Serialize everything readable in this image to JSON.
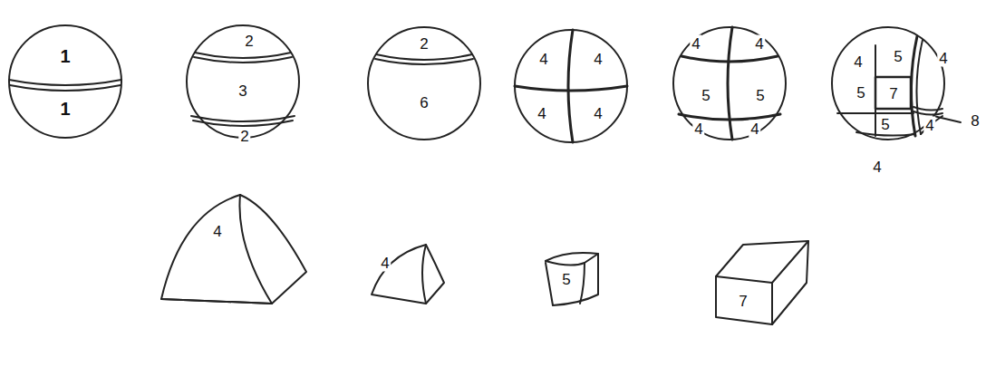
{
  "diagram": {
    "labels": [
      "1",
      "1",
      "2",
      "3",
      "2",
      "2",
      "6",
      "4",
      "4",
      "4",
      "4",
      "4",
      "4",
      "5",
      "5",
      "4",
      "4",
      "4",
      "5",
      "4",
      "5",
      "7",
      "5",
      "4",
      "8",
      "4",
      "4",
      "4",
      "5",
      "7"
    ]
  }
}
